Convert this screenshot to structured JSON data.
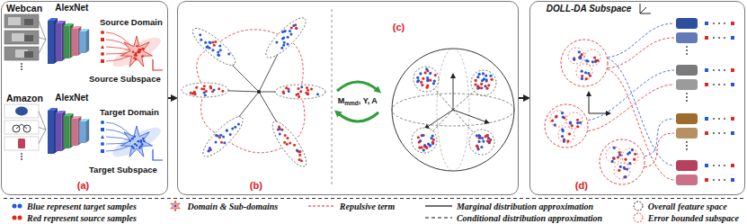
{
  "diagram": {
    "nodes": [
      {
        "text": [
          "(a)"
        ]
      },
      {
        "text": [
          "AlexNet"
        ],
        "in": 0
      },
      {
        "text": [
          "AlexNet"
        ],
        "in": 0
      },
      {
        "text": [
          "(b)",
          "(c)"
        ]
      },
      {
        "text": [
          "M",
          "mmd",
          ", Y, A"
        ],
        "in": 3
      },
      {
        "text": [
          "DOLL-DA Subspace",
          "(d)"
        ]
      }
    ],
    "edges": [
      {
        "from": 0,
        "to": 3,
        "arrow": "to"
      },
      {
        "from": 3,
        "to": 5,
        "arrow": "to"
      }
    ],
    "labels": [
      "Webcan",
      "Source Domain",
      "Source Subspace",
      "Amazon",
      "Target Domain",
      "Target Subspace"
    ],
    "legend": [
      {
        "text": "Blue represent target samples"
      },
      {
        "text": "Red represent source samples"
      },
      {
        "text": "Domain & Sub-domains"
      },
      {
        "text": "Repulsive term"
      },
      {
        "text": "Marginal distribution approximation"
      },
      {
        "text": "Conditional distribution approximation"
      },
      {
        "text": "Overall feature space"
      },
      {
        "text": "Error bounded subspace"
      }
    ]
  }
}
